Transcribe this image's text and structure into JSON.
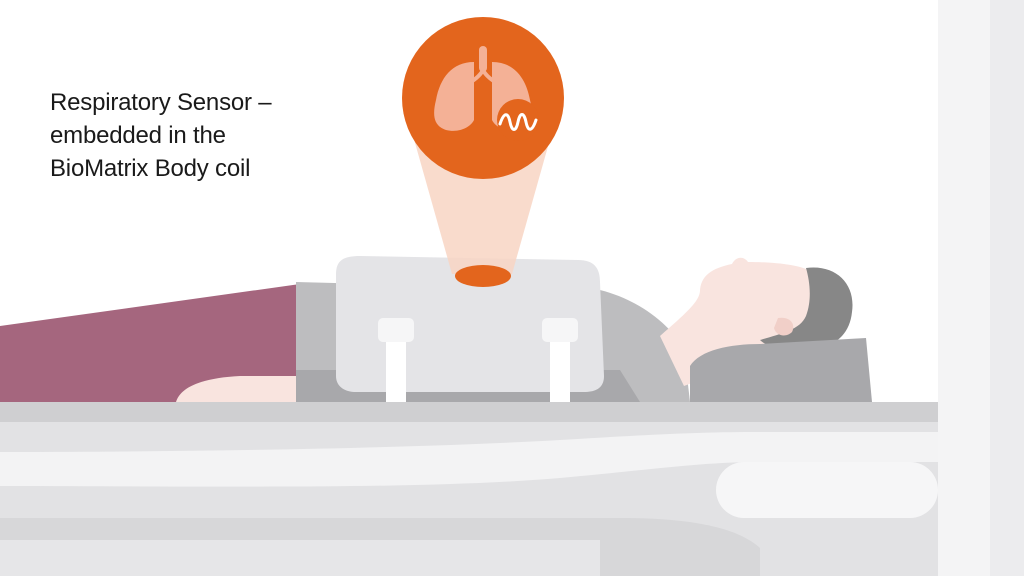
{
  "caption": {
    "lines": [
      "Respiratory Sensor –",
      "embedded in the",
      "BioMatrix Body coil"
    ]
  },
  "colors": {
    "background": "#ffffff",
    "accent": "#e3651d",
    "beam": "#f8d5c3",
    "lung": "#f4b196",
    "gown": "#a5667e",
    "skin": "#f9e4df",
    "hair": "#878787",
    "coil": "#e4e4e7",
    "table": "#dededf",
    "bore": "#ebebed"
  },
  "icons": [
    "lungs-icon",
    "breathing-wave-icon"
  ]
}
